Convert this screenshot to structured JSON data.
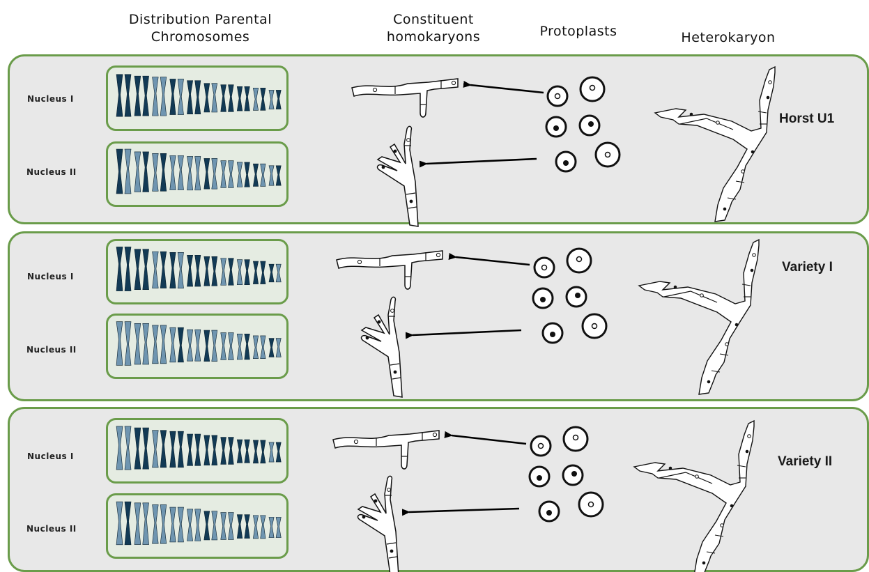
{
  "headers": {
    "distribution": [
      "Distribution Parental",
      "Chromosomes"
    ],
    "homokaryons": [
      "Constituent",
      "homokaryons"
    ],
    "protoplasts": "Protoplasts",
    "heterokaryon": "Heterokaryon"
  },
  "panels": [
    {
      "title": "Horst U1",
      "nucleus_labels": [
        "Nucleus I",
        "Nucleus II"
      ]
    },
    {
      "title": "Variety I",
      "nucleus_labels": [
        "Nucleus I",
        "Nucleus II"
      ]
    },
    {
      "title": "Variety II",
      "nucleus_labels": [
        "Nucleus I",
        "Nucleus II"
      ]
    }
  ],
  "colors": {
    "panel_border": "#6a9c4a",
    "panel_fill": "#e8e8e8",
    "chromosome_dark": "#123a55",
    "chromosome_light": "#6f95b0"
  }
}
